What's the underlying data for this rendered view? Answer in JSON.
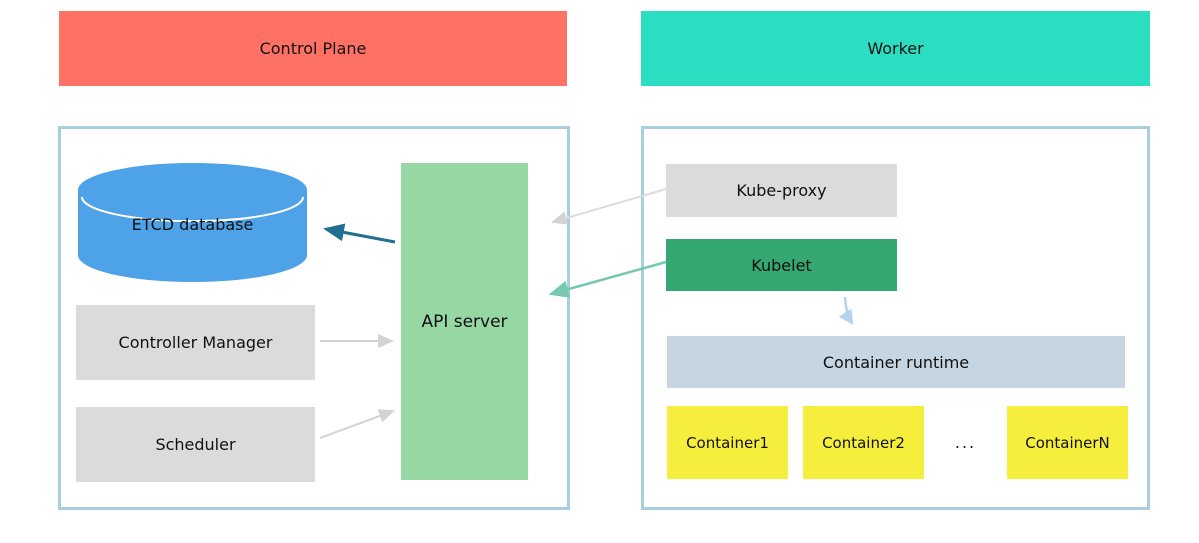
{
  "banners": {
    "control_plane": "Control Plane",
    "worker": "Worker"
  },
  "control_plane_panel": {
    "etcd_label": "ETCD database",
    "controller_manager_label": "Controller Manager",
    "scheduler_label": "Scheduler",
    "api_server_label": "API server"
  },
  "worker_panel": {
    "kube_proxy_label": "Kube-proxy",
    "kubelet_label": "Kubelet",
    "container_runtime_label": "Container runtime",
    "containers": [
      "Container1",
      "Container2",
      "...",
      "ContainerN"
    ]
  },
  "colors": {
    "control_plane_banner": "#ff7065",
    "worker_banner": "#2bdec1",
    "panel_border": "#a9cedf",
    "etcd_cylinder": "#4da2e8",
    "gray_node": "#dbdbdb",
    "api_server": "#97d7a4",
    "kubelet": "#35a871",
    "container_runtime": "#c5d5e1",
    "container_box": "#f6ee3c",
    "arrow_api_to_etcd": "#20708f",
    "arrow_gray": "#d3d3d3",
    "arrow_kubelet_to_api": "#77c8b0",
    "arrow_kubelet_to_runtime": "#b5d3ee"
  }
}
